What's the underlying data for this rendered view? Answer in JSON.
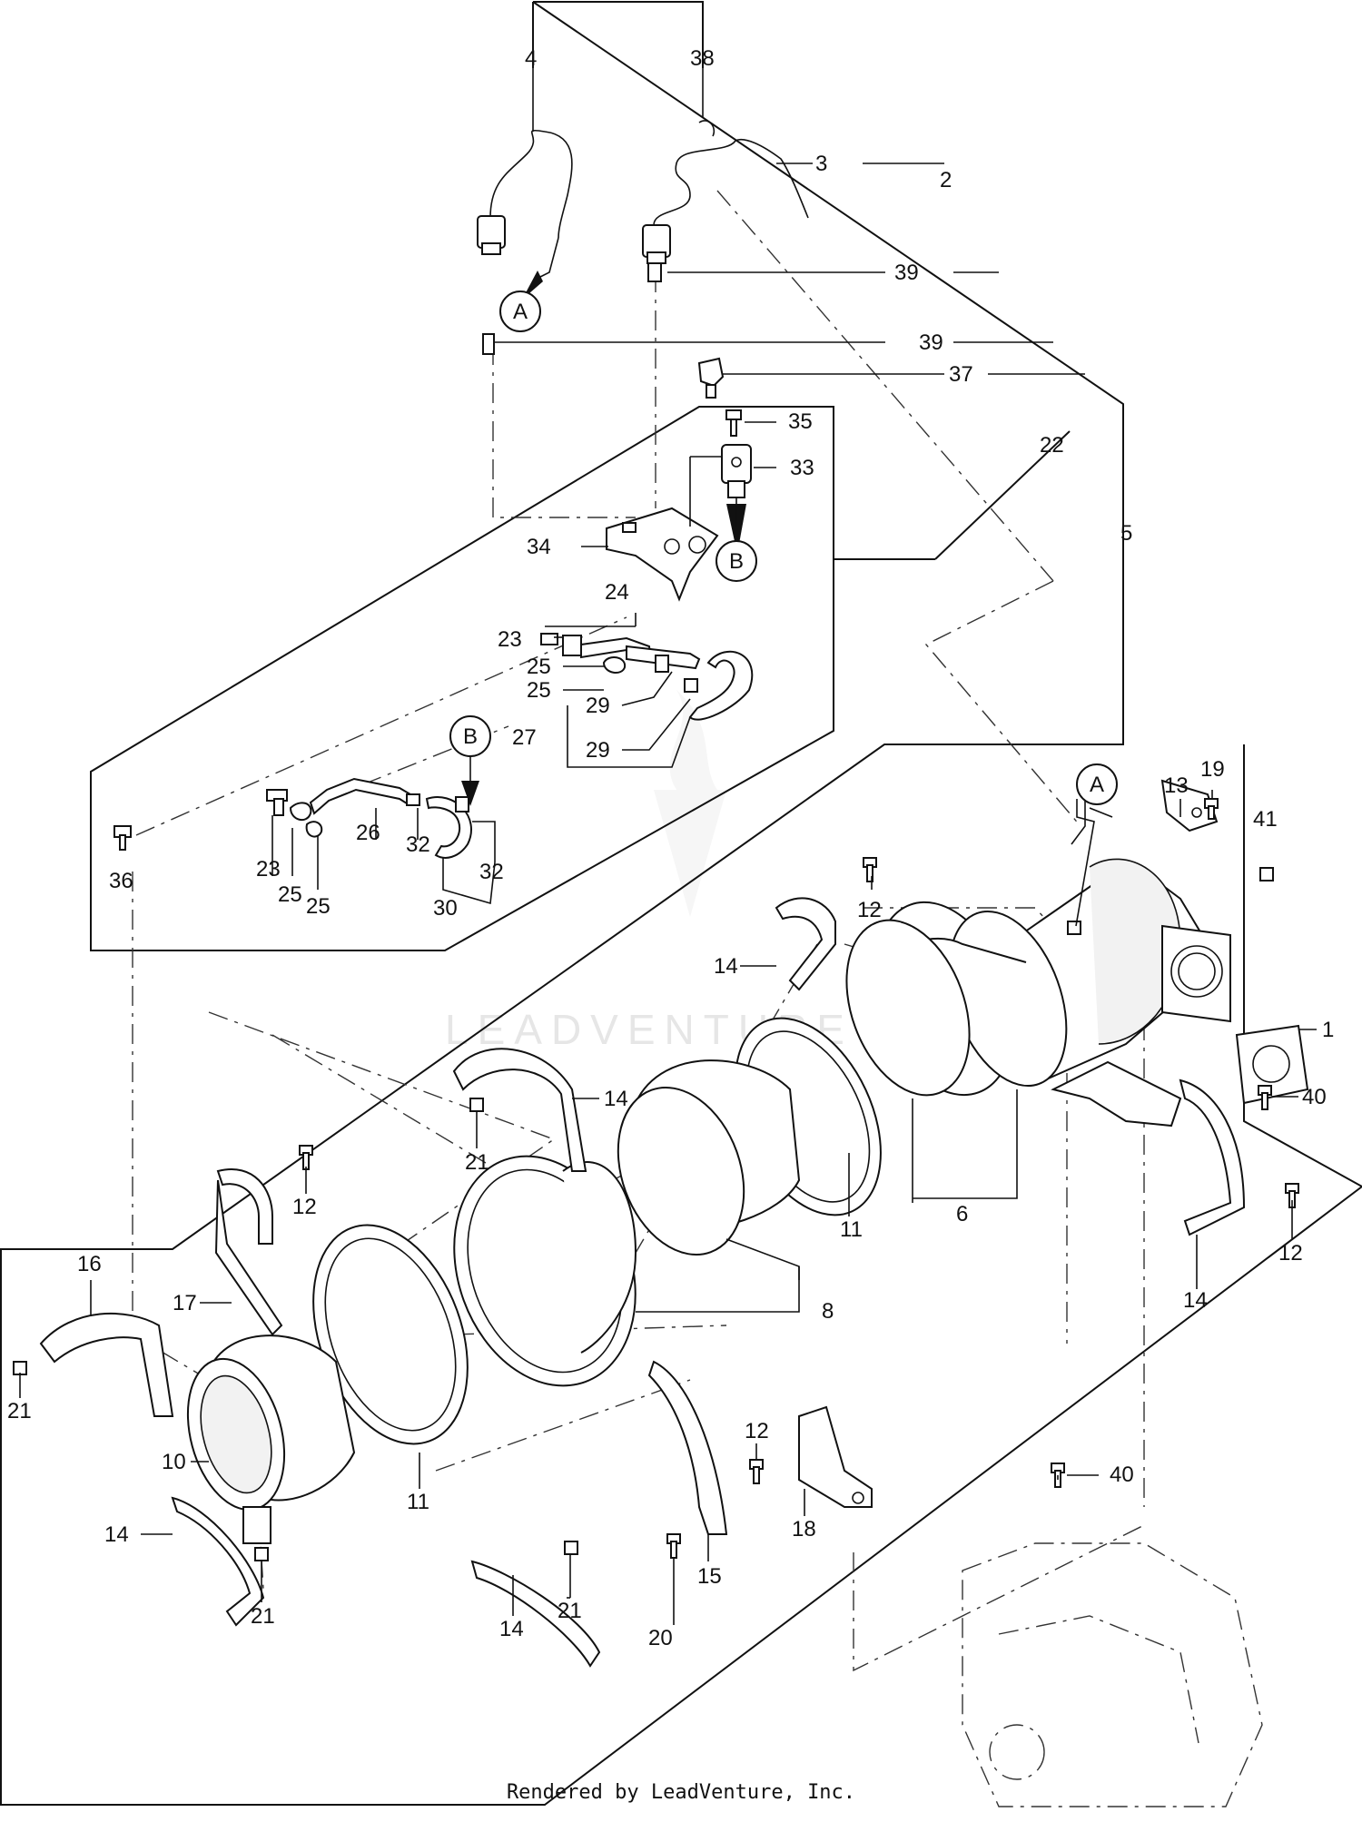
{
  "watermark": "LEADVENTURE",
  "footer": "Rendered by LeadVenture, Inc.",
  "callouts": [
    "4",
    "38",
    "3",
    "2",
    "39",
    "39",
    "37",
    "35",
    "33",
    "22",
    "5",
    "34",
    "24",
    "23",
    "25",
    "25",
    "29",
    "29",
    "27",
    "36",
    "23",
    "25",
    "25",
    "26",
    "32",
    "32",
    "30",
    "13",
    "19",
    "41",
    "12",
    "14",
    "1",
    "40",
    "14",
    "21",
    "12",
    "11",
    "6",
    "16",
    "17",
    "21",
    "10",
    "11",
    "14",
    "21",
    "20",
    "15",
    "18",
    "12",
    "14",
    "12",
    "40",
    "14",
    "21",
    "8"
  ],
  "ref_circles": [
    "A",
    "B",
    "B",
    "A"
  ]
}
